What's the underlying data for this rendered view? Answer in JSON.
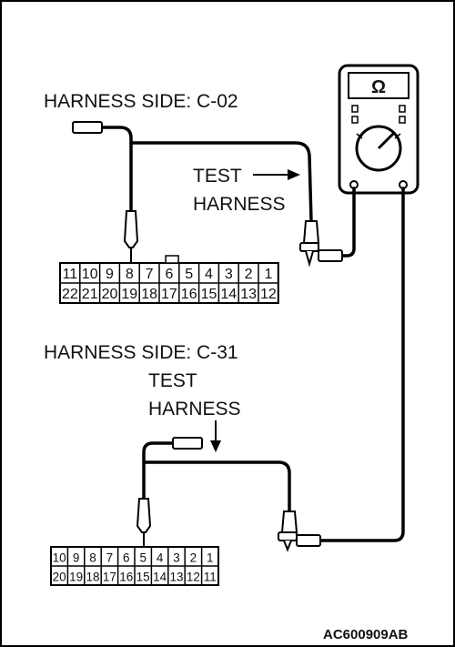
{
  "connector_top": {
    "title": "HARNESS SIDE: C-02",
    "row_top": [
      "11",
      "10",
      "9",
      "8",
      "7",
      "6",
      "5",
      "4",
      "3",
      "2",
      "1"
    ],
    "row_bottom": [
      "22",
      "21",
      "20",
      "19",
      "18",
      "17",
      "16",
      "15",
      "14",
      "13",
      "12"
    ]
  },
  "connector_bottom": {
    "title": "HARNESS SIDE: C-31",
    "row_top": [
      "10",
      "9",
      "8",
      "7",
      "6",
      "5",
      "4",
      "3",
      "2",
      "1"
    ],
    "row_bottom": [
      "20",
      "19",
      "18",
      "17",
      "16",
      "15",
      "14",
      "13",
      "12",
      "11"
    ]
  },
  "test_harness_top": {
    "line1": "TEST",
    "line2": "HARNESS"
  },
  "test_harness_bottom": {
    "line1": "TEST",
    "line2": "HARNESS"
  },
  "meter": {
    "symbol": "Ω"
  },
  "figure_code": "AC600909AB"
}
